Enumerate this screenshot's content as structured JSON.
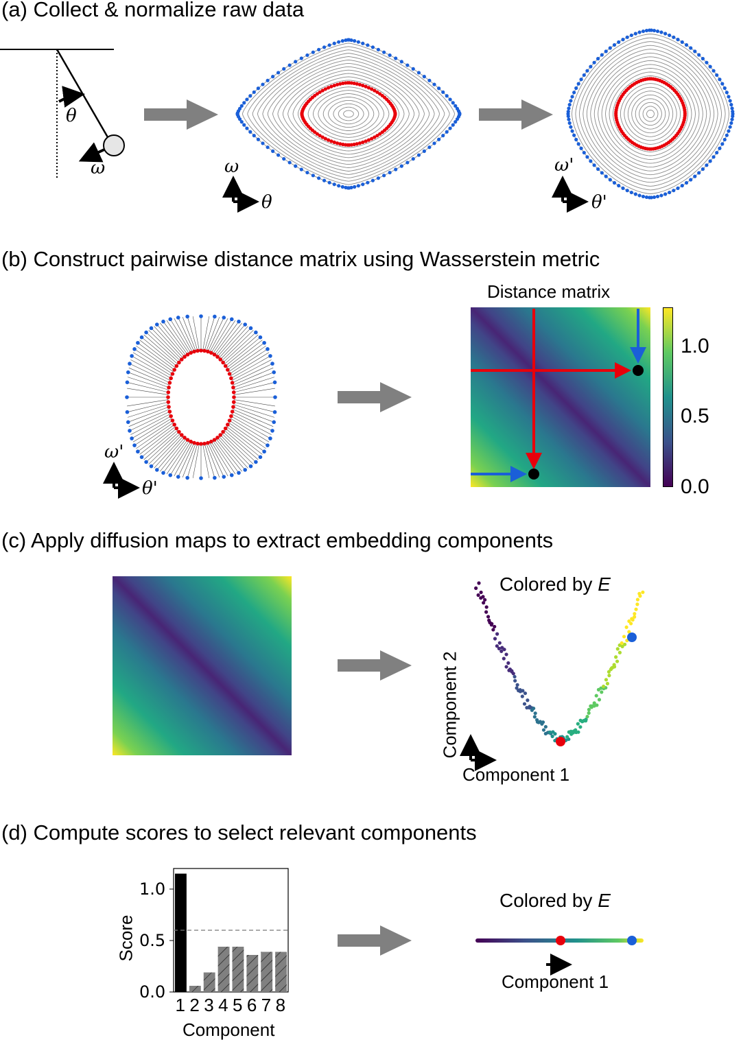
{
  "panels": {
    "a": {
      "title": "(a) Collect & normalize raw data",
      "theta": "θ",
      "omega": "ω",
      "theta_prime": "θ'",
      "omega_prime": "ω'"
    },
    "b": {
      "title": "(b) Construct pairwise distance matrix using Wasserstein metric",
      "matrix_title": "Distance matrix",
      "colorbar_ticks": [
        "1.0",
        "0.5",
        "0.0"
      ],
      "theta_prime": "θ'",
      "omega_prime": "ω'"
    },
    "c": {
      "title": "(c) Apply diffusion maps to extract embedding components",
      "colored_by": "Colored by",
      "energy": "E",
      "xlabel": "Component 1",
      "ylabel": "Component 2"
    },
    "d": {
      "title": "(d) Compute scores to select relevant components",
      "colored_by": "Colored by",
      "energy": "E",
      "xlabel": "Component 1"
    }
  },
  "colors": {
    "red": "#e8000b",
    "blue": "#1a5fd8",
    "arrow_gray": "#808080"
  },
  "chart_data": {
    "type": "bar",
    "categories": [
      "1",
      "2",
      "3",
      "4",
      "5",
      "6",
      "7",
      "8"
    ],
    "values": [
      1.15,
      0.06,
      0.19,
      0.44,
      0.44,
      0.36,
      0.39,
      0.39
    ],
    "threshold": 0.6,
    "xlabel": "Component",
    "ylabel": "Score",
    "yticks": [
      "0.0",
      "0.5",
      "1.0"
    ],
    "ylim": [
      0,
      1.2
    ]
  }
}
